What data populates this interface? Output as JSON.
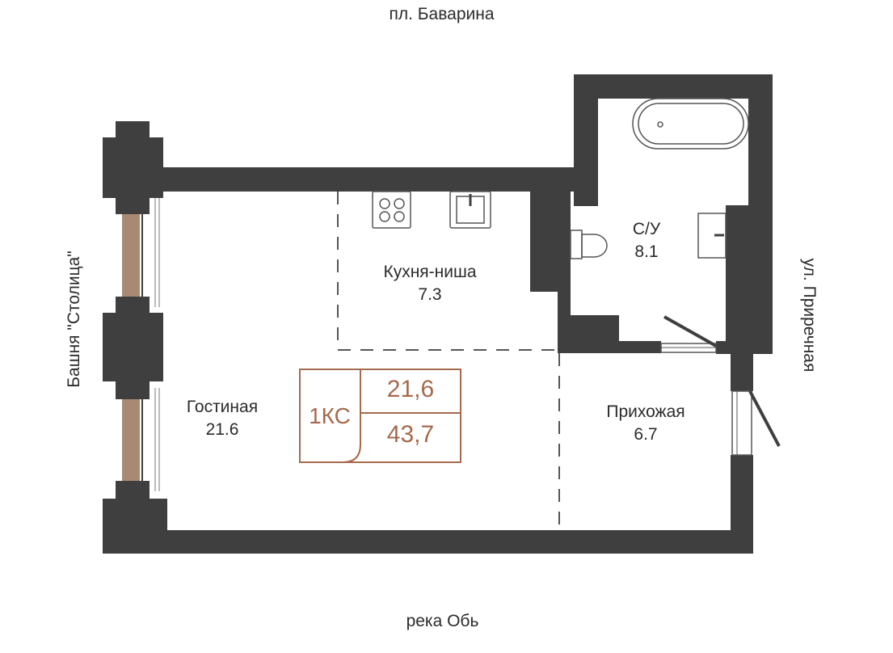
{
  "streets": {
    "top": "пл. Баварина",
    "bottom": "река Обь",
    "left": "Башня \"Столица\"",
    "right": "ул. Приречная"
  },
  "rooms": {
    "living": {
      "name": "Гостиная",
      "area": "21.6"
    },
    "kitchen": {
      "name": "Кухня-ниша",
      "area": "7.3"
    },
    "bathroom": {
      "name": "С/У",
      "area": "8.1"
    },
    "hallway": {
      "name": "Прихожая",
      "area": "6.7"
    }
  },
  "apartment": {
    "type": "1КС",
    "living_area": "21,6",
    "total_area": "43,7"
  },
  "colors": {
    "wall": "#3f3f3f",
    "window_frame": "#a88a73",
    "accent": "#a56a4d",
    "dash": "#555555"
  }
}
